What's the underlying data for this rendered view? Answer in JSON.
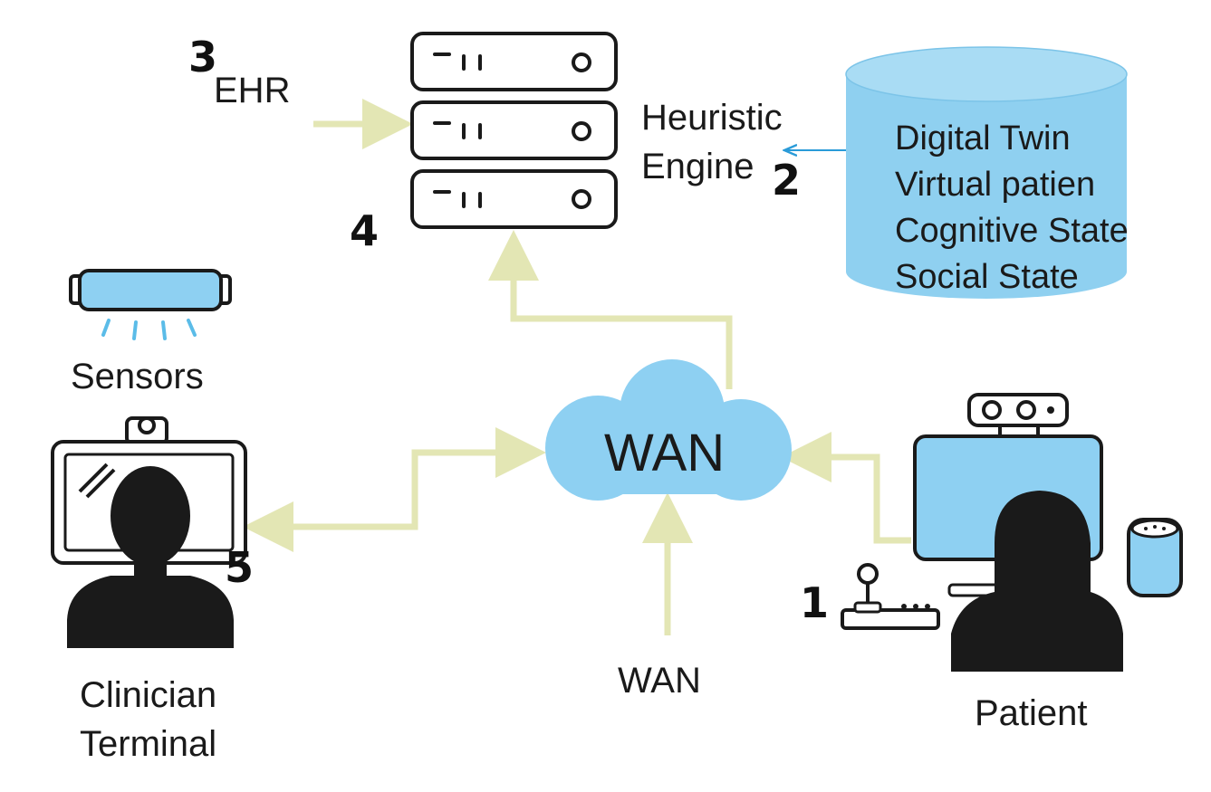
{
  "colors": {
    "arrow": "#e3e6b4",
    "light_blue": "#8ed0f2",
    "db_blue": "#8fd0f0",
    "ink": "#1a1a1a",
    "link_blue": "#2a9bd8"
  },
  "labels": {
    "ehr": "EHR",
    "heuristic_engine": [
      "Heuristic",
      "Engine"
    ],
    "sensors": "Sensors",
    "clinician_terminal": [
      "Clinician",
      "Terminal"
    ],
    "wan_cloud": "WAN",
    "wan_bottom": "WAN",
    "patient": "Patient"
  },
  "markers": [
    "1",
    "2",
    "3",
    "4",
    "5"
  ],
  "database": {
    "items": [
      "Digital Twin",
      "Virtual patien",
      "Cognitive State",
      "Social State"
    ]
  },
  "icons": {
    "server": "server-rack-icon",
    "database": "database-cylinder-icon",
    "sensor": "sensor-bar-icon",
    "clinician": "clinician-at-monitor-icon",
    "cloud": "wan-cloud-icon",
    "patient": "patient-at-computer-icon",
    "joystick": "joystick-icon",
    "speaker": "smart-speaker-icon",
    "camera": "webcam-icon"
  }
}
